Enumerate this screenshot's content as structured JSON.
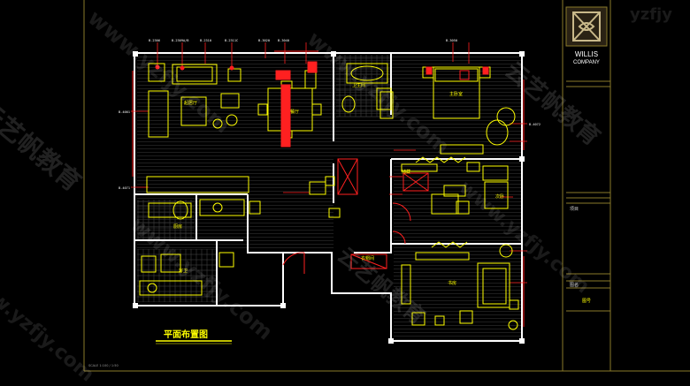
{
  "drawing": {
    "plan_title": "平面布置图",
    "scale_note": "SCALE 1:100 / 1:50",
    "tags": [
      "B-2306",
      "B-2309A/B",
      "B-2310",
      "B-2311C",
      "B-3020",
      "B-3040",
      "B-3050",
      "B-4001",
      "B-4071",
      "B-4072"
    ],
    "rooms": {
      "living": "起居厅",
      "dining": "餐厅",
      "master_bedroom": "主卧室",
      "bath": "卫生间",
      "second_bedroom": "次卧",
      "study": "书房",
      "kitchen": "厨房",
      "powder": "客卫",
      "wardrobe": "衣帽间",
      "storage": "储藏"
    }
  },
  "title_block": {
    "company_line1": "WILLIS",
    "company_line2": "COMPANY",
    "label_project": "项目",
    "label_drawing": "图名",
    "label_no": "图号"
  },
  "watermarks": {
    "cn": "云艺帆教育",
    "url": "www.yzfjy.com",
    "tail": "yzfjy"
  },
  "colors": {
    "background": "#000000",
    "wall": "#ffffff",
    "furniture": "#ffff00",
    "annotation": "#ff2020",
    "hatch": "#555555",
    "frame": "#8a7a2a"
  }
}
